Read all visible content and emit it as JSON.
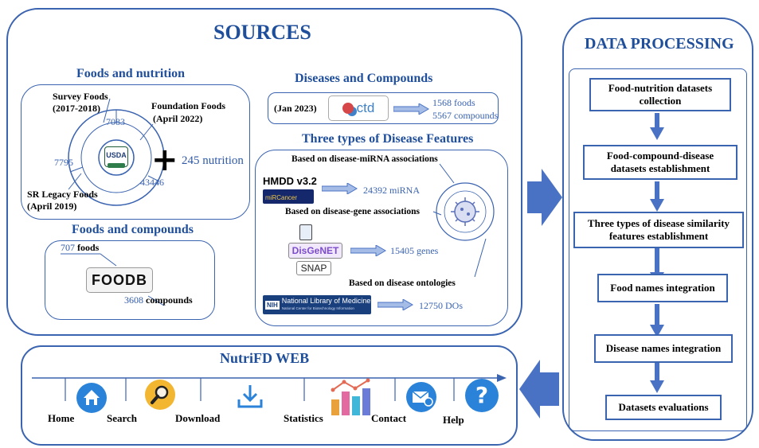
{
  "sources": {
    "title": "SOURCES",
    "foods_nutrition": {
      "title": "Foods and nutrition",
      "survey_foods": "Survey Foods",
      "survey_foods_date": "(2017-2018)",
      "foundation_foods": "Foundation Foods",
      "foundation_foods_date": "(April 2022)",
      "sr_legacy_foods": "SR Legacy Foods",
      "sr_legacy_date": "(April 2019)",
      "count_survey": "7083",
      "count_sr": "7795",
      "count_foundation": "43446",
      "usda_logo": "USDA",
      "nutrition": "245 nutrition"
    },
    "foods_compounds": {
      "title": "Foods and compounds",
      "foods_count": "707",
      "foods_label": "foods",
      "foodb_logo": "FOODB",
      "compounds_count": "3608",
      "compounds_label": "compounds"
    },
    "diseases_compounds": {
      "title": "Diseases and Compounds",
      "date": "(Jan 2023)",
      "ctd_logo": "ctd",
      "foods": "1568 foods",
      "compounds": "5567 compounds"
    },
    "disease_features": {
      "title": "Three types of Disease Features",
      "mirna_assoc": "Based on disease-miRNA associations",
      "hmdd": "HMDD v3.2",
      "mircancer": "miRCancer",
      "mirna_count": "24392 miRNA",
      "gene_assoc": "Based on disease-gene associations",
      "disgenet": "DisGeNET",
      "snap": "SNAP",
      "genes_count": "15405 genes",
      "ontologies": "Based on disease ontologies",
      "nih_badge": "NIH",
      "nlm": "National Library of Medicine",
      "nlm_sub": "National Center for Biotechnology Information",
      "dos_count": "12750 DOs"
    }
  },
  "processing": {
    "title": "DATA PROCESSING",
    "steps": [
      "Food-nutrition datasets collection",
      "Food-compound-disease datasets establishment",
      "Three types of disease similarity features establishment",
      "Food names integration",
      "Disease names integration",
      "Datasets evaluations"
    ]
  },
  "web": {
    "title": "NutriFD WEB",
    "nav": [
      "Home",
      "Search",
      "Download",
      "Statistics",
      "Contact",
      "Help"
    ]
  },
  "colors": {
    "border": "#3a63b0",
    "header": "#1f4e9b",
    "arrow": "#4a72c4"
  }
}
